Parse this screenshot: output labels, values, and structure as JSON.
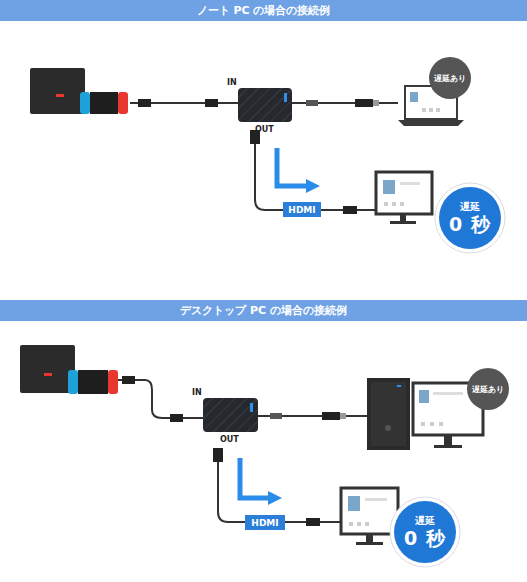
{
  "diagram": {
    "nodes": [
      {
        "text": [
          "ノート PC の場合の接続例"
        ]
      },
      {
        "text": [
          "IN",
          "OUT"
        ]
      },
      {
        "text": [
          "遅延あり"
        ]
      },
      {
        "text": [
          "HDMI"
        ]
      },
      {
        "text": [
          "遅延",
          "0 秒"
        ]
      },
      {
        "text": [
          "デスクトップ PC の場合の接続例"
        ]
      },
      {
        "text": [
          "IN",
          "OUT"
        ]
      },
      {
        "text": [
          "遅延あり"
        ]
      },
      {
        "text": [
          "HDMI"
        ]
      },
      {
        "text": [
          "遅延",
          "0 秒"
        ]
      }
    ]
  }
}
